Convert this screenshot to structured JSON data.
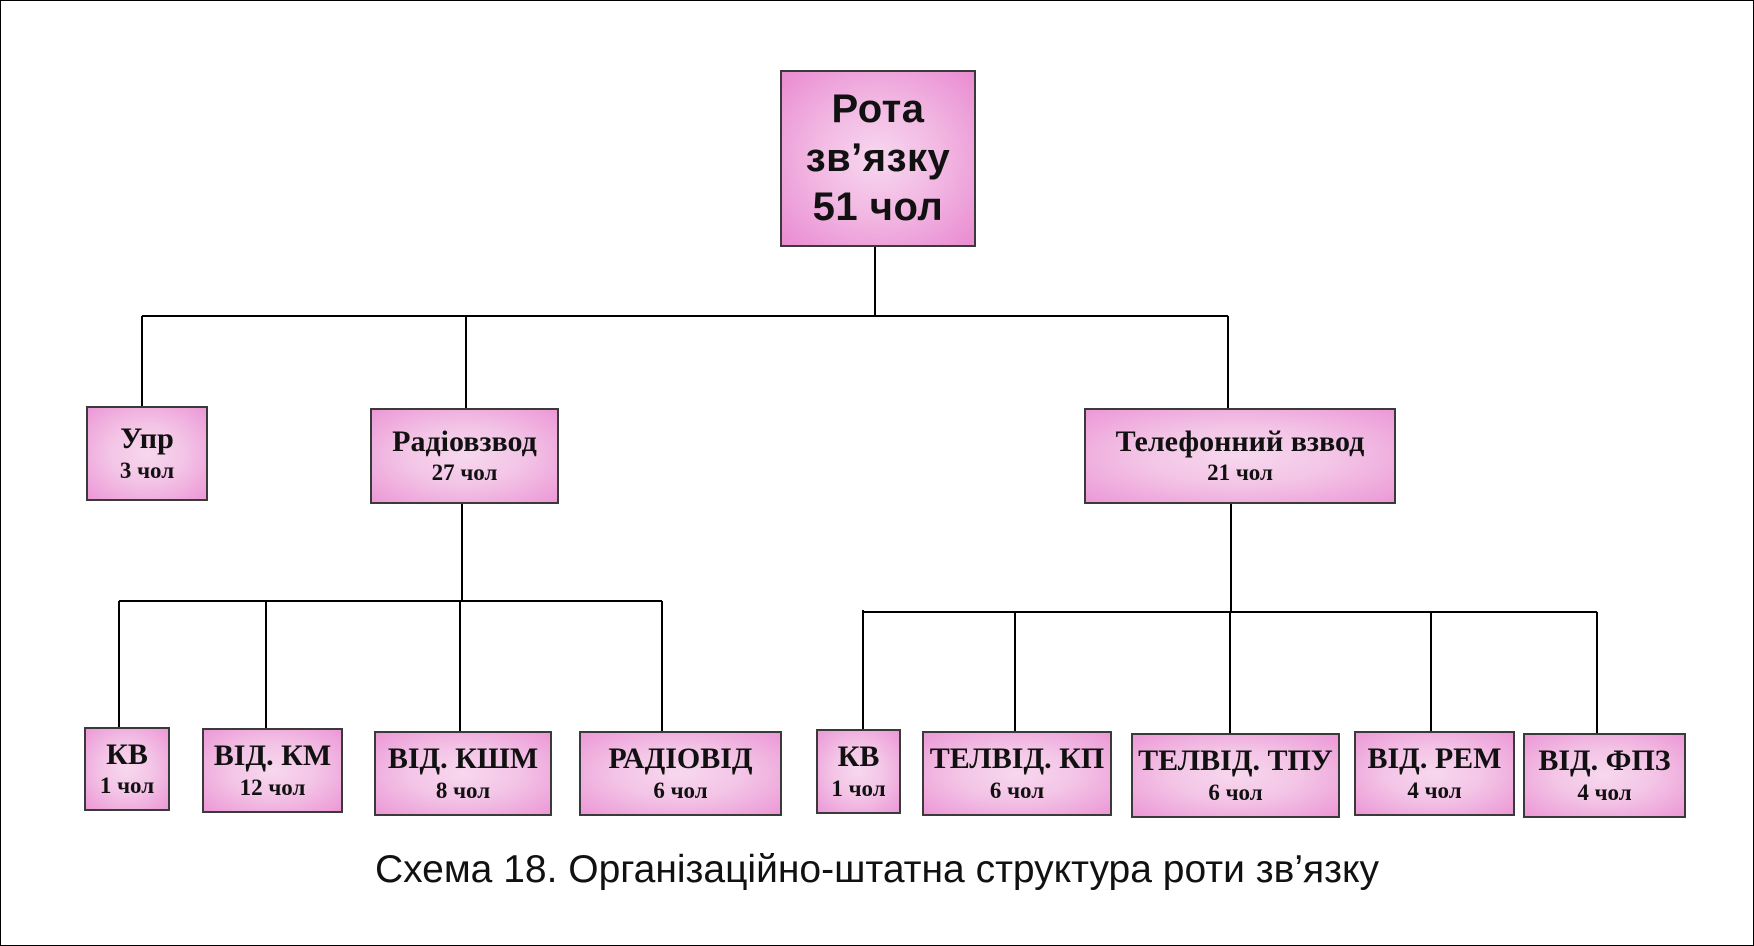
{
  "root": {
    "title": "Рота",
    "subtitle": "зв’язку",
    "count": "51 чол"
  },
  "level1": [
    {
      "title": "Упр",
      "count": "3 чол"
    },
    {
      "title": "Радіовзвод",
      "count": "27 чол"
    },
    {
      "title": "Телефонний взвод",
      "count": "21 чол"
    }
  ],
  "radio_units": [
    {
      "title": "КВ",
      "count": "1 чол"
    },
    {
      "title": "ВІД. КМ",
      "count": "12 чол"
    },
    {
      "title": "ВІД. КШМ",
      "count": "8 чол"
    },
    {
      "title": "РАДІОВІД",
      "count": "6 чол"
    }
  ],
  "phone_units": [
    {
      "title": "КВ",
      "count": "1 чол"
    },
    {
      "title": "ТЕЛВІД. КП",
      "count": "6 чол"
    },
    {
      "title": "ТЕЛВІД. ТПУ",
      "count": "6 чол"
    },
    {
      "title": "ВІД. РЕМ",
      "count": "4 чол"
    },
    {
      "title": "ВІД. ФПЗ",
      "count": "4 чол"
    }
  ],
  "caption": "Схема 18. Організаційно-штатна структура роти зв’язку",
  "colors": {
    "box_fill_light": "#f7d8ee",
    "box_fill_dark": "#ec98d6",
    "border": "#3a3a3a",
    "line": "#000000"
  }
}
